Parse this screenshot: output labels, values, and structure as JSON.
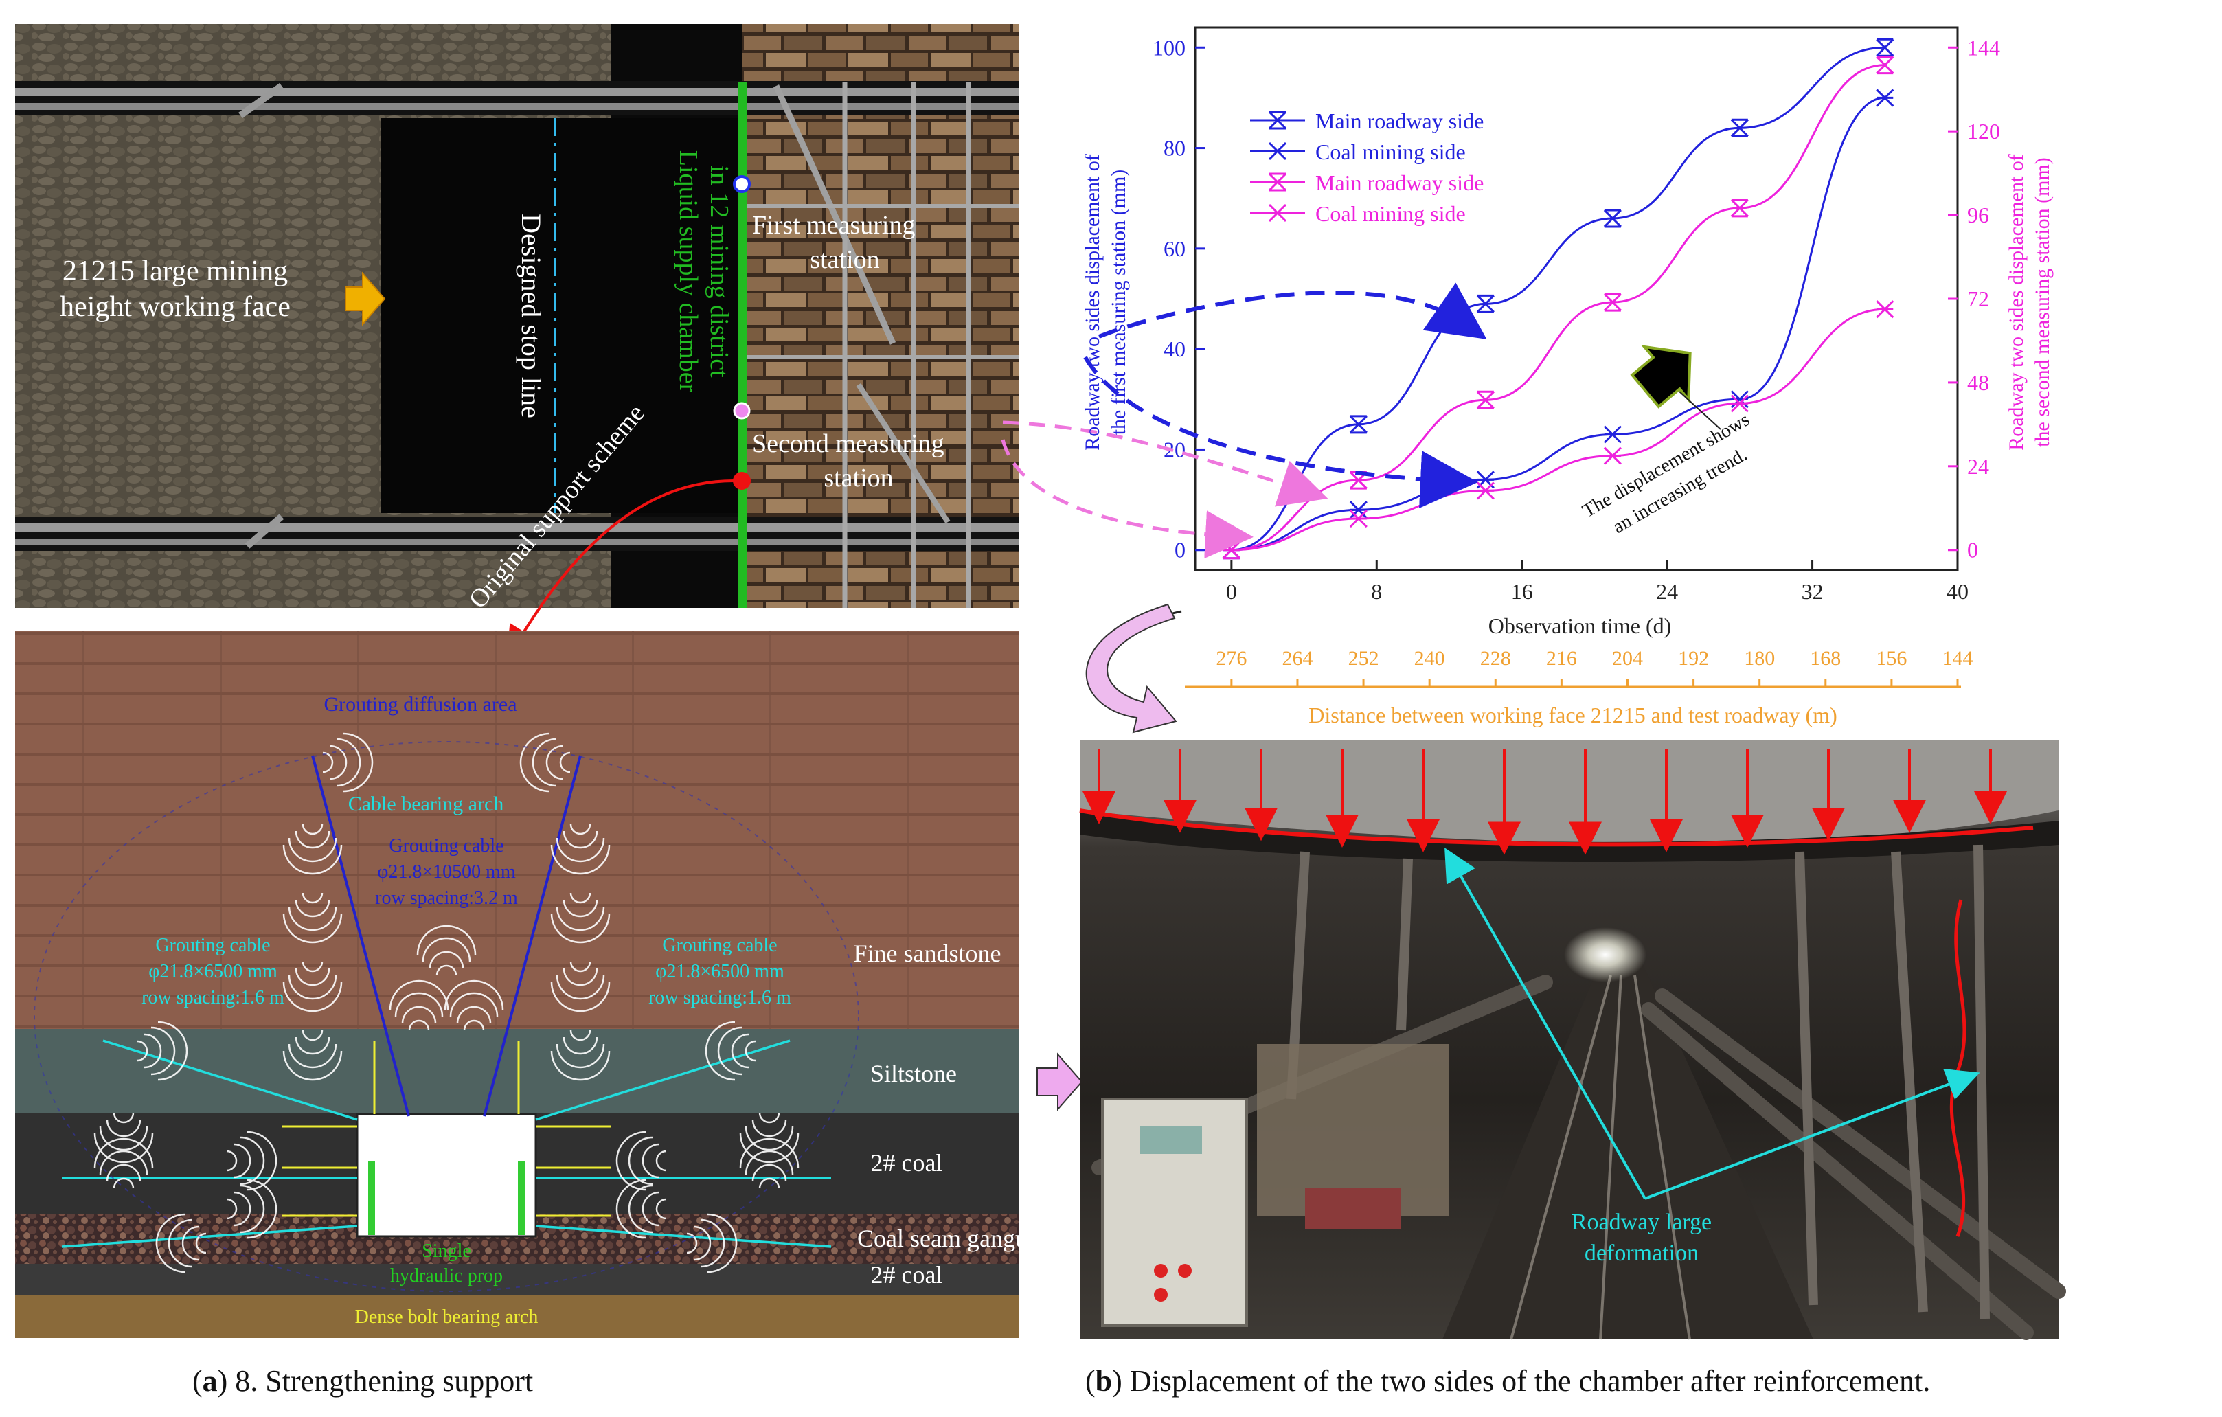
{
  "panel_a": {
    "plan": {
      "working_face_line1": "21215 large mining",
      "working_face_line2": "height working face",
      "stop_line": "Designed stop line",
      "chamber_line1": "Liquid supply chamber",
      "chamber_line2": "in 12 mining district",
      "station1_line1": "First measuring",
      "station1_line2": "station",
      "station2_line1": "Second measuring",
      "station2_line2": "station",
      "original_scheme": "Original support scheme"
    },
    "section": {
      "grouting_area": "Grouting diffusion area",
      "cable_arch": "Cable bearing arch",
      "center_cable_l1": "Grouting cable",
      "center_cable_l2": "φ21.8×10500 mm",
      "center_cable_l3": "row spacing:3.2 m",
      "side_cable_l1": "Grouting cable",
      "side_cable_l2": "φ21.8×6500 mm",
      "side_cable_l3": "row spacing:1.6 m",
      "fine_sandstone": "Fine sandstone",
      "siltstone": "Siltstone",
      "coal_upper": "2# coal",
      "gangue": "Coal seam gangue",
      "coal_lower": "2# coal",
      "prop_l1": "Single",
      "prop_l2": "hydraulic prop",
      "bolt_arch": "Dense bolt bearing arch"
    },
    "caption_letter": "a",
    "caption_text": ") 8. Strengthening support"
  },
  "panel_b": {
    "photo_label_l1": "Roadway large",
    "photo_label_l2": "deformation",
    "caption_letter": "b",
    "caption_text": ") Displacement of the two sides of the chamber after reinforcement.",
    "colors": {
      "blue": "#2222dd",
      "magenta": "#ee22dd",
      "orange": "#f0a030",
      "red": "#ee1111"
    }
  },
  "chart_data": {
    "type": "line",
    "xlabel": "Observation time (d)",
    "ylabel_left_l1": "Roadway two sides displacement of",
    "ylabel_left_l2": "the first measuring station (mm)",
    "ylabel_right_l1": "Roadway two sides displacement of",
    "ylabel_right_l2": "the second measuring station (mm)",
    "xlim": [
      -2,
      40
    ],
    "ylim_left": [
      -4,
      104
    ],
    "ylim_right": [
      -5.76,
      149.76
    ],
    "x_ticks": [
      "0",
      "8",
      "16",
      "24",
      "32",
      "40"
    ],
    "y_left_ticks": [
      "0",
      "20",
      "40",
      "60",
      "80",
      "100"
    ],
    "y_right_ticks": [
      "0",
      "24",
      "48",
      "72",
      "96",
      "120",
      "144"
    ],
    "secondary_axis_label": "Distance between working face 21215 and test roadway (m)",
    "secondary_axis_ticks": [
      "276",
      "264",
      "252",
      "240",
      "228",
      "216",
      "204",
      "192",
      "180",
      "168",
      "156",
      "144"
    ],
    "annotation_l1": "The displacement shows",
    "annotation_l2": "an increasing trend.",
    "series": [
      {
        "name": "Main roadway side",
        "axis": "left",
        "color": "#2222dd",
        "marker": "starx",
        "x": [
          0,
          7,
          14,
          21,
          28,
          36
        ],
        "y": [
          0,
          25,
          49,
          66,
          84,
          100
        ]
      },
      {
        "name": "Coal mining side",
        "axis": "left",
        "color": "#2222dd",
        "marker": "asterisk",
        "x": [
          0,
          7,
          14,
          21,
          28,
          36
        ],
        "y": [
          0,
          8,
          14,
          23,
          30,
          90
        ]
      },
      {
        "name": "Main roadway side",
        "axis": "right",
        "color": "#ee22dd",
        "marker": "starx",
        "x": [
          0,
          7,
          14,
          21,
          28,
          36
        ],
        "y": [
          0,
          20,
          43,
          71,
          98,
          139
        ]
      },
      {
        "name": "Coal mining side",
        "axis": "right",
        "color": "#ee22dd",
        "marker": "asterisk",
        "x": [
          0,
          7,
          14,
          21,
          28,
          36
        ],
        "y": [
          0,
          9,
          17,
          27,
          42,
          69
        ]
      }
    ]
  }
}
